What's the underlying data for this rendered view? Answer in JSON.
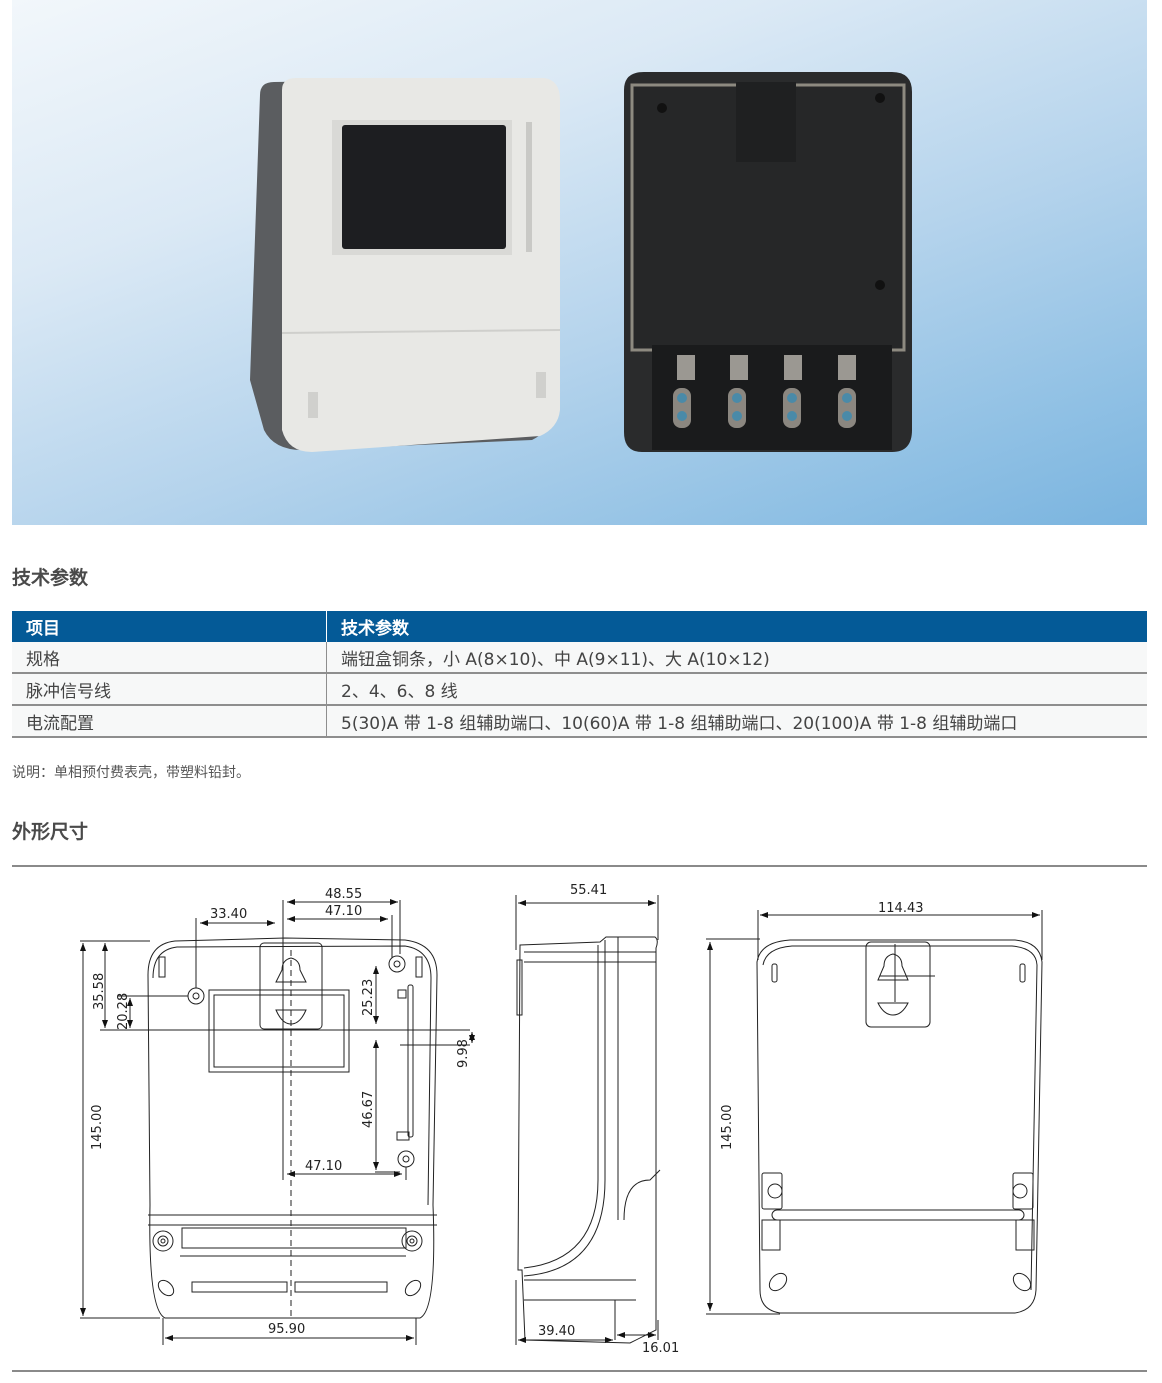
{
  "hero": {
    "products": [
      {
        "name": "front-cover-white",
        "body_color": "#e9e9e6",
        "side_color": "#5a5c5e",
        "window_color": "#1c1d20"
      },
      {
        "name": "base-black",
        "body_color": "#2a2b2c",
        "terminal_count": 4
      }
    ]
  },
  "spec_section": {
    "title": "技术参数",
    "table": {
      "headers": [
        "项目",
        "技术参数"
      ],
      "rows": [
        {
          "item": "规格",
          "value": "端钮盒铜条，小 A(8×10)、中 A(9×11)、大 A(10×12)"
        },
        {
          "item": "脉冲信号线",
          "value": "2、4、6、8 线"
        },
        {
          "item": "电流配置",
          "value": "5(30)A 带 1-8 组辅助端口、10(60)A 带 1-8 组辅助端口、20(100)A 带 1-8 组辅助端口"
        }
      ]
    },
    "note": "说明：单相预付费表壳，带塑料铅封。"
  },
  "dimension_section": {
    "title": "外形尺寸",
    "front_view": {
      "dims": {
        "d1": "48.55",
        "d2": "47.10",
        "d3": "33.40",
        "d4": "35.58",
        "d5": "20.28",
        "d6": "25.23",
        "d7": "9.98",
        "d8": "46.67",
        "d9": "47.10",
        "d10": "145.00",
        "d11": "95.90"
      }
    },
    "side_view": {
      "dims": {
        "width": "55.41",
        "bottom_a": "39.40",
        "bottom_b": "16.01"
      }
    },
    "back_view": {
      "dims": {
        "width": "114.43",
        "height": "145.00"
      }
    }
  },
  "colors": {
    "accent": "#045a97",
    "rule": "#8a8a8a"
  }
}
